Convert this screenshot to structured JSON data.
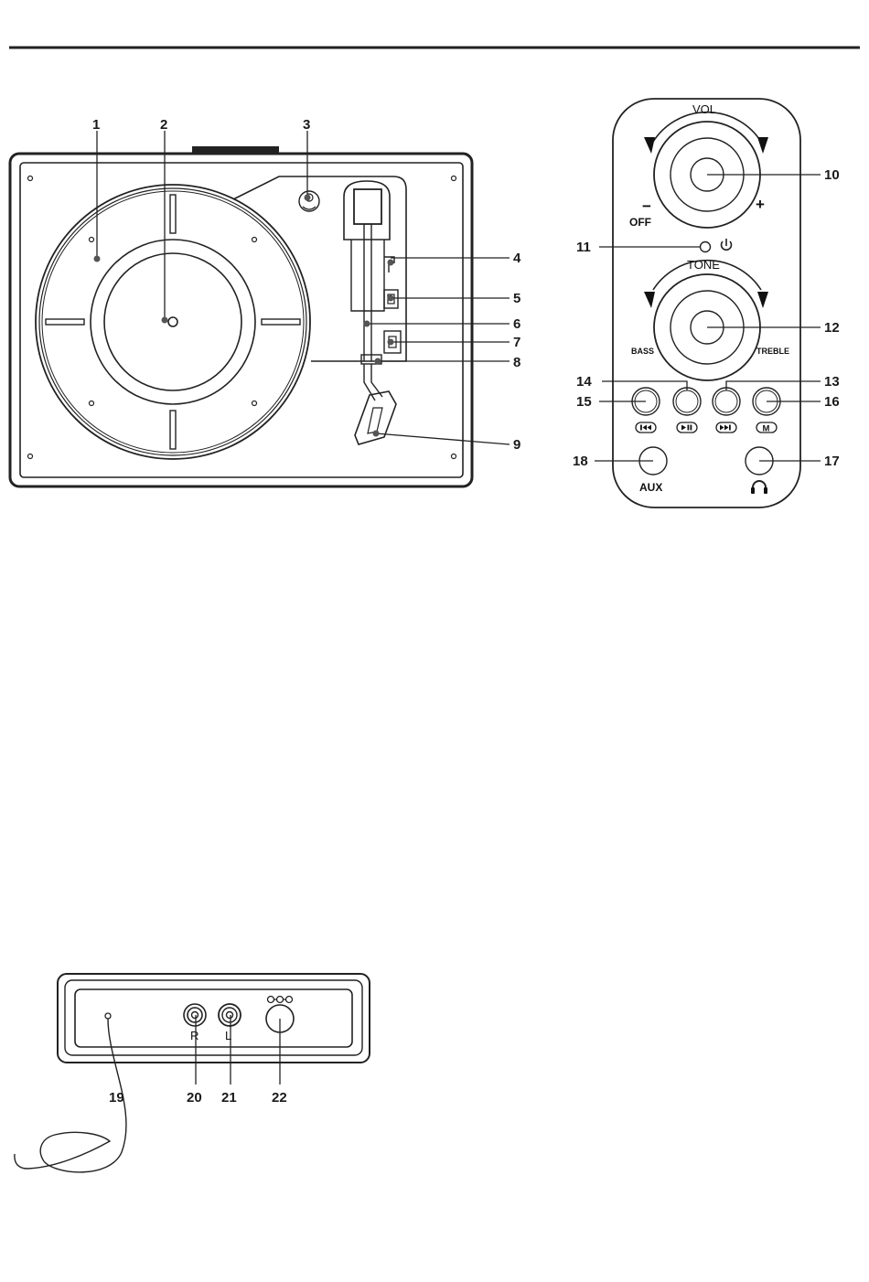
{
  "callouts": {
    "c1": "1",
    "c2": "2",
    "c3": "3",
    "c4": "4",
    "c5": "5",
    "c6": "6",
    "c7": "7",
    "c8": "8",
    "c9": "9",
    "c10": "10",
    "c11": "11",
    "c12": "12",
    "c13": "13",
    "c14": "14",
    "c15": "15",
    "c16": "16",
    "c17": "17",
    "c18": "18",
    "c19": "19",
    "c20": "20",
    "c21": "21",
    "c22": "22"
  },
  "control_panel": {
    "vol": "VOL",
    "off": "OFF",
    "minus": "−",
    "plus": "+",
    "tone": "TONE",
    "bass": "BASS",
    "treble": "TREBLE",
    "mode_button": "M",
    "aux": "AUX",
    "power_icon": "power-icon",
    "headphone_icon": "headphone-icon",
    "prev_icon": "skip-back-icon",
    "play_pause_icon": "play-pause-icon",
    "next_icon": "skip-forward-icon"
  },
  "rear_panel": {
    "right": "R",
    "left": "L"
  }
}
